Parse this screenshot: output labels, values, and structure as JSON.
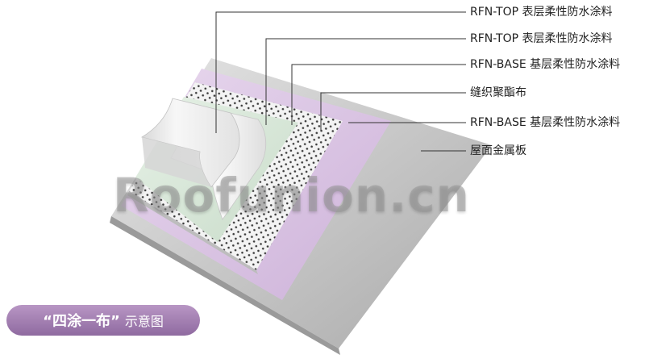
{
  "labels": [
    "RFN-TOP 表层柔性防水涂料",
    "RFN-TOP 表层柔性防水涂料",
    "RFN-BASE 基层柔性防水涂料",
    "缝织聚酯布",
    "RFN-BASE 基层柔性防水涂料",
    "屋面金属板"
  ],
  "watermark": "Roofunion.cn",
  "badge": {
    "quoted": "“四涂一布”",
    "suffix": "示意图"
  },
  "colors": {
    "metal": "#c9c9c9",
    "purple": "#dcc6e4",
    "dotted": "#efefef",
    "green": "#d8e8d9",
    "white": "#f4f4f4",
    "badge": "#9d78ad",
    "leader": "#333333"
  }
}
